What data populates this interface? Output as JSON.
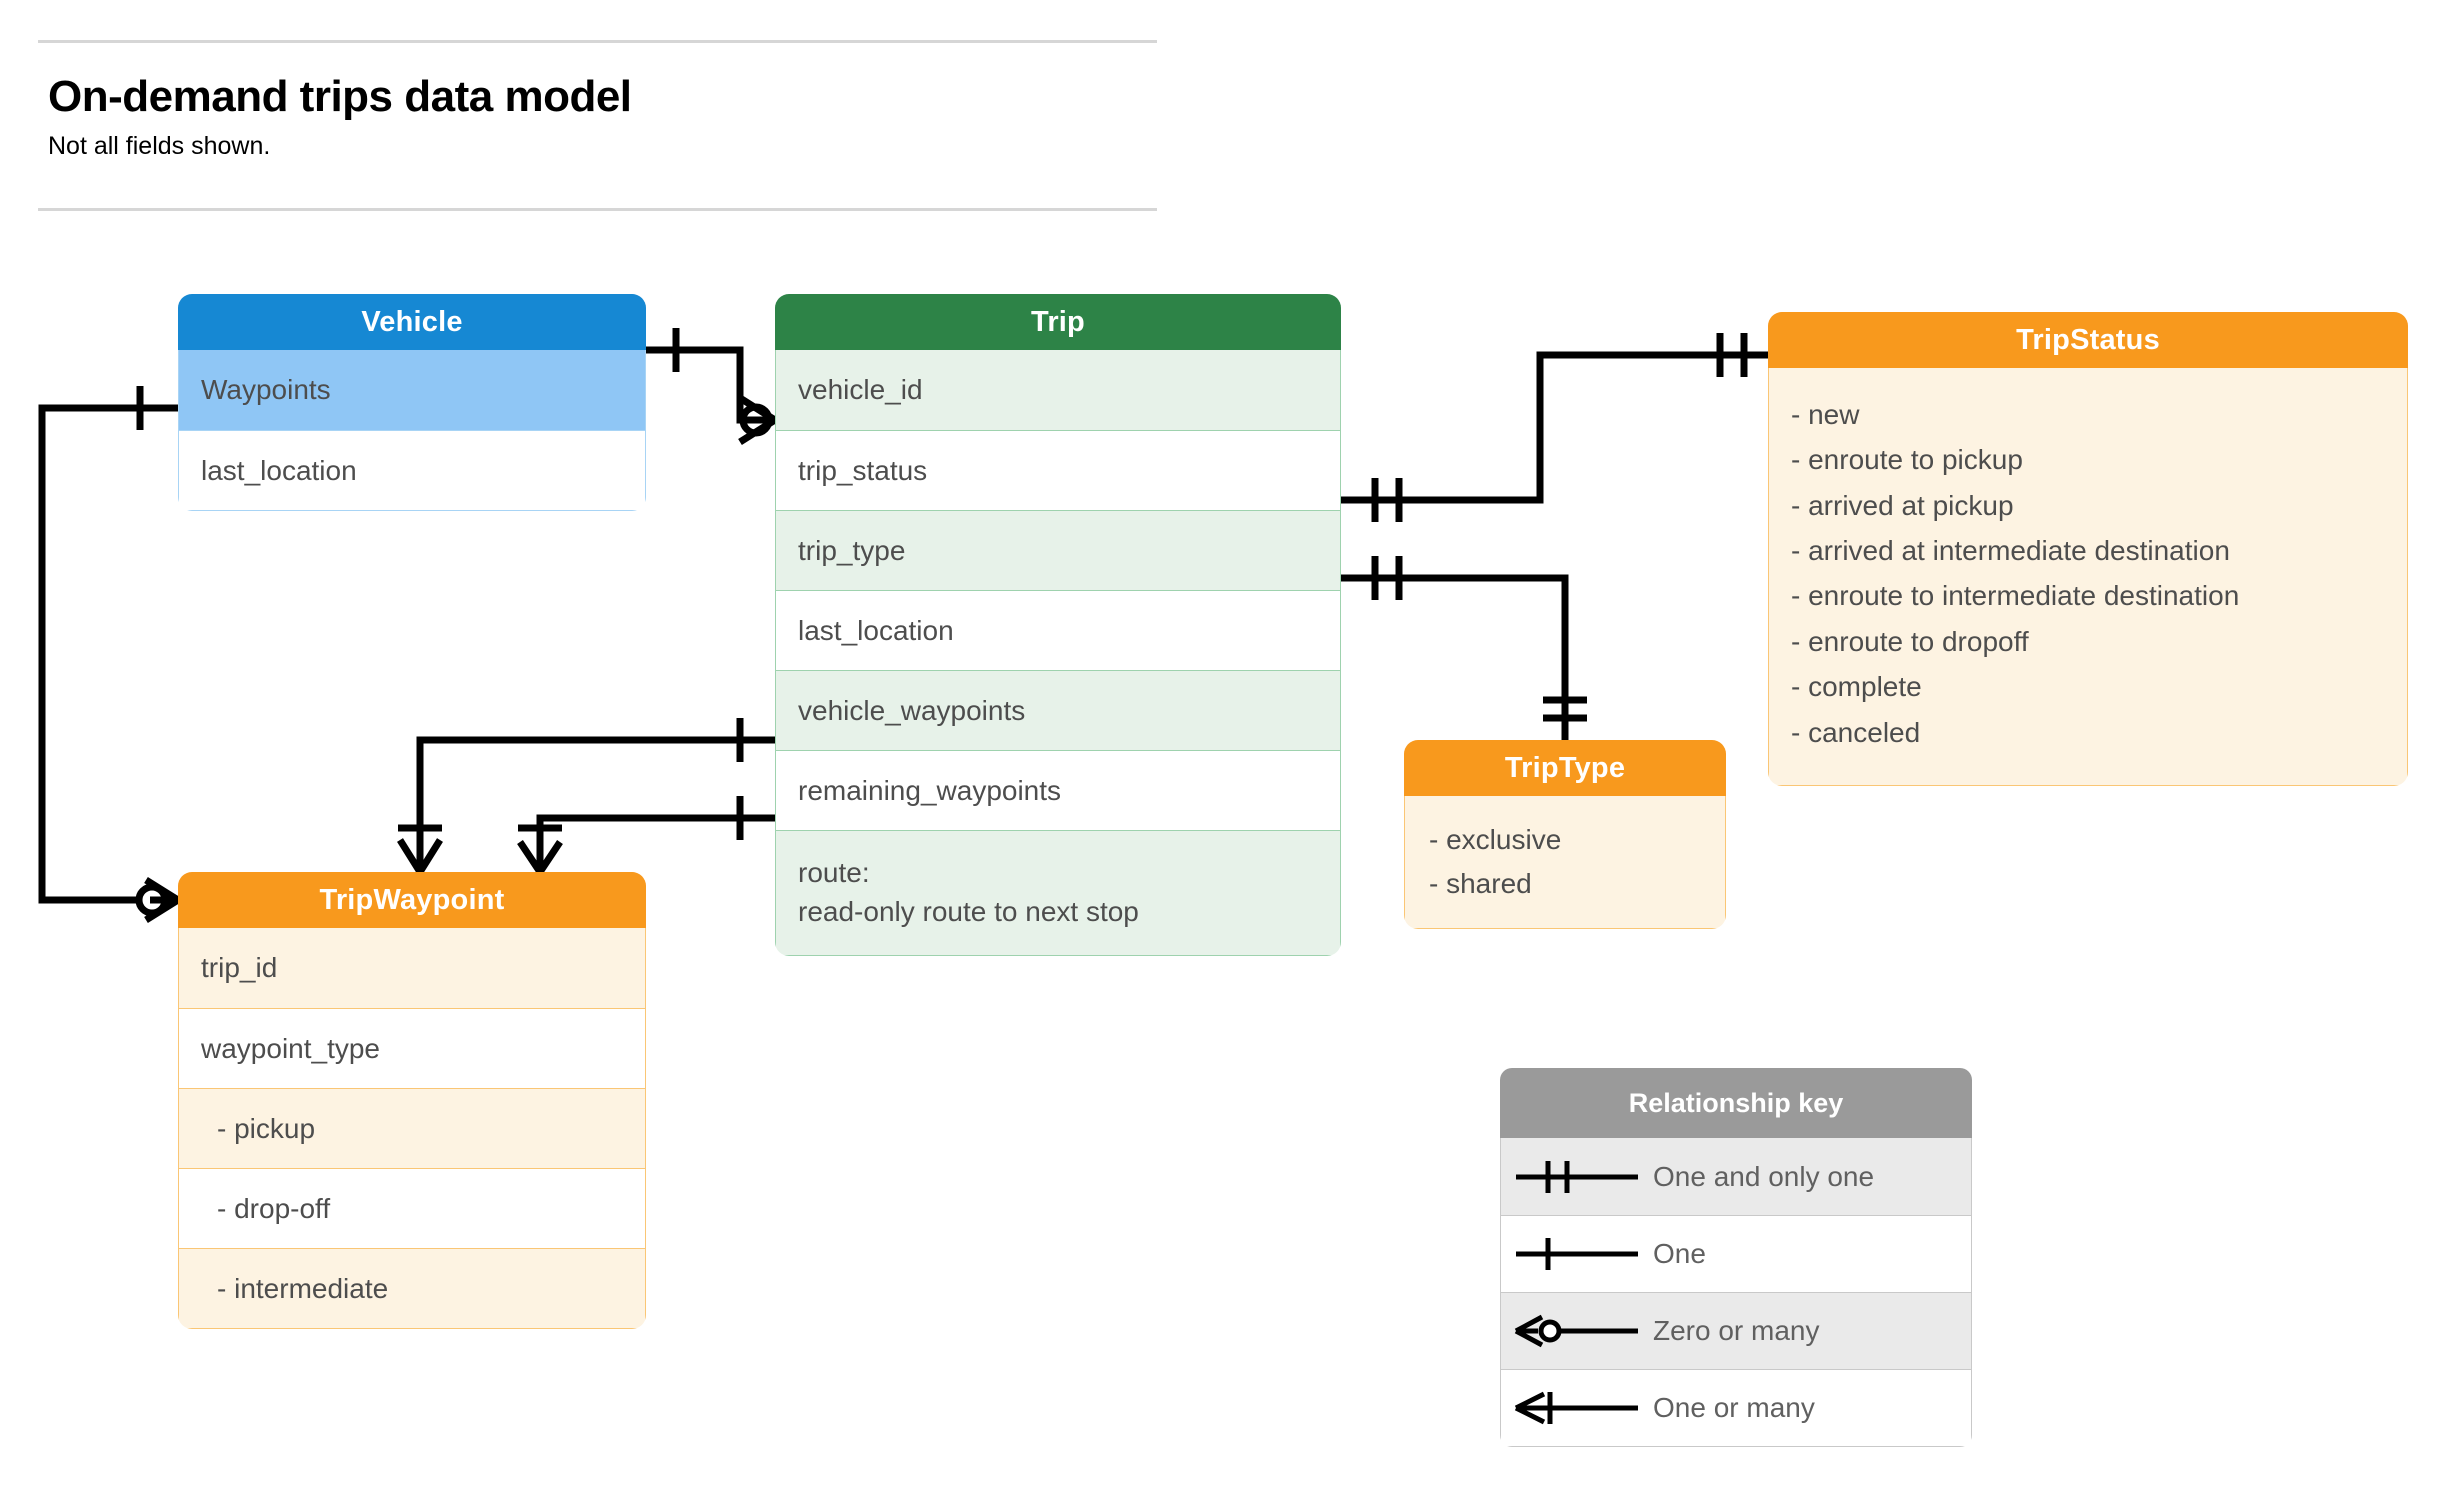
{
  "header": {
    "title": "On-demand trips data model",
    "subtitle": "Not all fields shown."
  },
  "colors": {
    "vehicle_header": "#1688d3",
    "vehicle_highlight": "#8fc6f5",
    "vehicle_border": "#a8d4f5",
    "trip_header": "#2d8347",
    "trip_shade": "#e7f2e9",
    "trip_border": "#9ed2ae",
    "orange_header": "#f8991d",
    "orange_shade": "#fdf3e2",
    "orange_border": "#fac675",
    "key_header": "#9a9a9a",
    "key_shade": "#eaeaea",
    "text": "#4d4d4d",
    "line": "#000000"
  },
  "entities": {
    "vehicle": {
      "title": "Vehicle",
      "fields": [
        {
          "label": "Waypoints",
          "style": "shade"
        },
        {
          "label": "last_location",
          "style": "plain"
        }
      ]
    },
    "trip": {
      "title": "Trip",
      "fields": [
        {
          "label": "vehicle_id",
          "style": "shade"
        },
        {
          "label": "trip_status",
          "style": "plain"
        },
        {
          "label": "trip_type",
          "style": "shade"
        },
        {
          "label": "last_location",
          "style": "plain"
        },
        {
          "label": "vehicle_waypoints",
          "style": "shade"
        },
        {
          "label": "remaining_waypoints",
          "style": "plain"
        }
      ],
      "route_field": {
        "line1": "route:",
        "line2": "read-only route to next stop"
      }
    },
    "tripwaypoint": {
      "title": "TripWaypoint",
      "fields": [
        {
          "label": "trip_id",
          "style": "shade",
          "indent": false
        },
        {
          "label": "waypoint_type",
          "style": "plain",
          "indent": false
        },
        {
          "label": "-  pickup",
          "style": "shade",
          "indent": true
        },
        {
          "label": "-  drop-off",
          "style": "plain",
          "indent": true
        },
        {
          "label": "-  intermediate",
          "style": "shade",
          "indent": true
        }
      ]
    },
    "triptype": {
      "title": "TripType",
      "values": [
        "- exclusive",
        "- shared"
      ]
    },
    "tripstatus": {
      "title": "TripStatus",
      "values": [
        "- new",
        "- enroute to pickup",
        "- arrived at pickup",
        "- arrived at intermediate destination",
        "- enroute to intermediate destination",
        "- enroute to dropoff",
        "- complete",
        "- canceled"
      ]
    }
  },
  "relationship_key": {
    "title": "Relationship key",
    "rows": [
      {
        "label": "One and only one",
        "symbol": "one-and-only-one",
        "style": "shade"
      },
      {
        "label": "One",
        "symbol": "one",
        "style": "plain"
      },
      {
        "label": "Zero or many",
        "symbol": "zero-or-many",
        "style": "shade"
      },
      {
        "label": "One or many",
        "symbol": "one-or-many",
        "style": "plain"
      }
    ]
  },
  "relationships": [
    {
      "from": "Vehicle",
      "from_card": "one",
      "to": "Trip.vehicle_id",
      "to_card": "zero-or-many"
    },
    {
      "from": "Vehicle.Waypoints",
      "from_card": "one",
      "to": "TripWaypoint",
      "to_card": "zero-or-many"
    },
    {
      "from": "Trip.trip_status",
      "from_card": "one-and-only-one",
      "to": "TripStatus",
      "to_card": "one-and-only-one"
    },
    {
      "from": "Trip.trip_type",
      "from_card": "one-and-only-one",
      "to": "TripType",
      "to_card": "one-and-only-one"
    },
    {
      "from": "Trip.vehicle_waypoints",
      "from_card": "one",
      "to": "TripWaypoint",
      "to_card": "one-or-many"
    },
    {
      "from": "Trip.remaining_waypoints",
      "from_card": "one",
      "to": "TripWaypoint",
      "to_card": "one-or-many"
    }
  ]
}
